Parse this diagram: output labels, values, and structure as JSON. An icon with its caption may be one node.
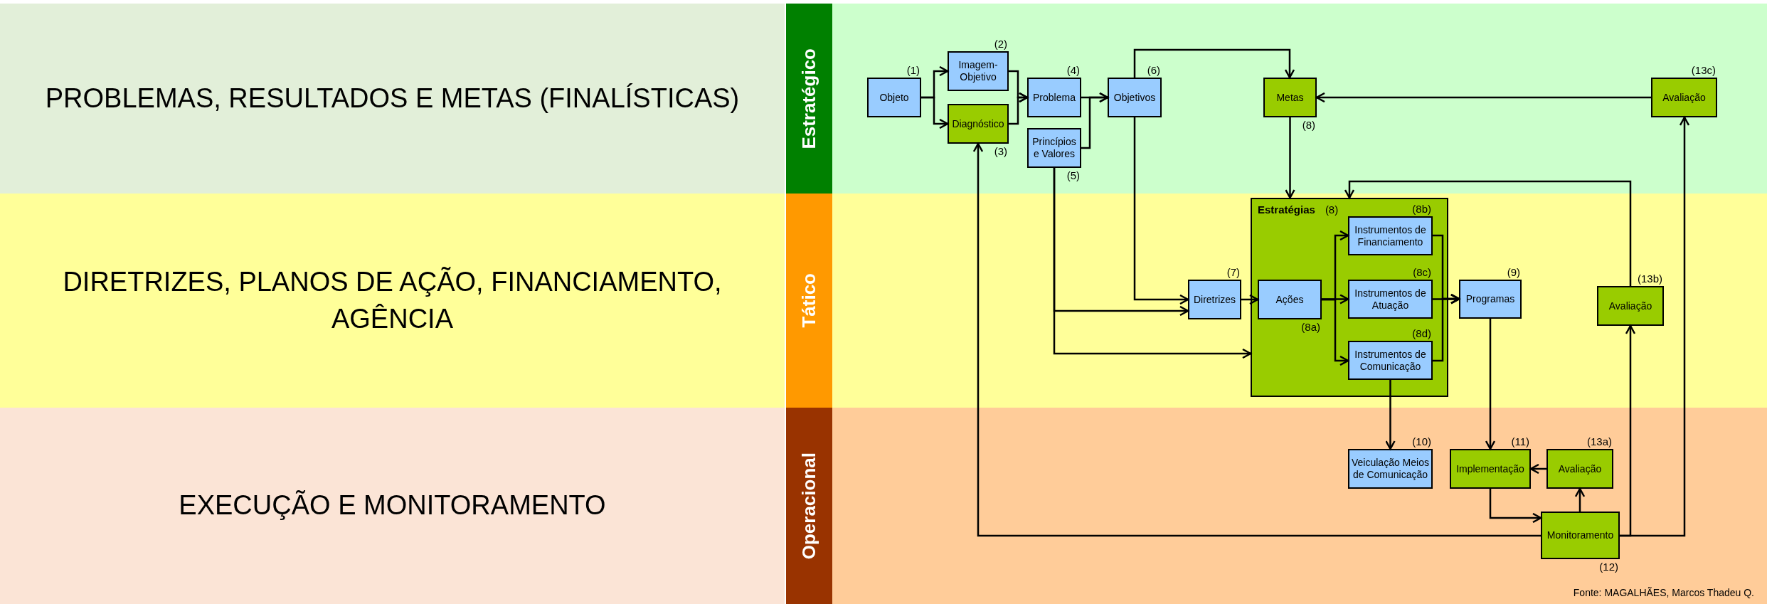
{
  "diagram": {
    "nodes": [
      {
        "text": [
          "PROBLEMAS, RESULTADOS E METAS (FINALÍSTICAS)"
        ]
      },
      {
        "text": [
          "Estratégico"
        ]
      },
      {
        "text": [
          "DIRETRIZES, PLANOS DE AÇÃO, FINANCIAMENTO, AGÊNCIA"
        ]
      },
      {
        "text": [
          "Tático"
        ]
      },
      {
        "text": [
          "EXECUÇÃO E MONITORAMENTO"
        ]
      },
      {
        "text": [
          "Operacional"
        ]
      },
      {
        "text": [
          "Objeto"
        ],
        "beside": [
          "(1)"
        ]
      },
      {
        "text": [
          "Imagem-Objetivo"
        ],
        "beside": [
          "(2)"
        ]
      },
      {
        "text": [
          "Diagnóstico"
        ],
        "beside": [
          "(3)"
        ]
      },
      {
        "text": [
          "Problema"
        ],
        "beside": [
          "(4)"
        ]
      },
      {
        "text": [
          "Princípios e Valores"
        ],
        "beside": [
          "(5)"
        ]
      },
      {
        "text": [
          "Objetivos"
        ],
        "beside": [
          "(6)"
        ]
      },
      {
        "text": [
          "Metas"
        ],
        "beside": [
          "(8)"
        ]
      },
      {
        "text": [
          "Avaliação"
        ],
        "beside": [
          "(13c)"
        ]
      },
      {
        "text": [
          "Estratégias"
        ],
        "beside": [
          "(8)"
        ]
      },
      {
        "text": [
          "Diretrizes"
        ],
        "beside": [
          "(7)"
        ]
      },
      {
        "text": [
          "Ações"
        ],
        "beside": [
          "(8a)"
        ],
        "in": 14
      },
      {
        "text": [
          "Instrumentos de Financiamento"
        ],
        "beside": [
          "(8b)"
        ],
        "in": 14
      },
      {
        "text": [
          "Instrumentos de Atuação"
        ],
        "beside": [
          "(8c)"
        ],
        "in": 14
      },
      {
        "text": [
          "Instrumentos de Comunicação"
        ],
        "beside": [
          "(8d)"
        ],
        "in": 14
      },
      {
        "text": [
          "Programas"
        ],
        "beside": [
          "(9)"
        ]
      },
      {
        "text": [
          "Avaliação"
        ],
        "beside": [
          "(13b)"
        ]
      },
      {
        "text": [
          "Veiculação Meios de Comunicação"
        ],
        "beside": [
          "(10)"
        ]
      },
      {
        "text": [
          "Implementação"
        ],
        "beside": [
          "(11)"
        ]
      },
      {
        "text": [
          "Avaliação"
        ],
        "beside": [
          "(13a)"
        ]
      },
      {
        "text": [
          "Monitoramento"
        ],
        "beside": [
          "(12)"
        ]
      }
    ],
    "edges": [
      {
        "from": 6,
        "to": 7,
        "arrow": "to"
      },
      {
        "from": 6,
        "to": 8,
        "arrow": "to"
      },
      {
        "from": 7,
        "to": 9,
        "arrow": "to"
      },
      {
        "from": 8,
        "to": 9,
        "arrow": "to"
      },
      {
        "from": 9,
        "to": 11,
        "arrow": "to"
      },
      {
        "from": 10,
        "to": 11,
        "arrow": "to"
      },
      {
        "from": 11,
        "to": 12,
        "arrow": "to"
      },
      {
        "from": 11,
        "to": 15,
        "arrow": "to"
      },
      {
        "from": 10,
        "to": 15,
        "arrow": "to"
      },
      {
        "from": 10,
        "to": 14,
        "arrow": "to"
      },
      {
        "from": 12,
        "to": 14,
        "arrow": "to"
      },
      {
        "from": 13,
        "to": 12,
        "arrow": "to"
      },
      {
        "from": 15,
        "to": 16,
        "arrow": "to"
      },
      {
        "from": 16,
        "to": 17,
        "arrow": "to"
      },
      {
        "from": 16,
        "to": 18,
        "arrow": "to"
      },
      {
        "from": 16,
        "to": 19,
        "arrow": "to"
      },
      {
        "from": 17,
        "to": 20,
        "arrow": "to"
      },
      {
        "from": 18,
        "to": 20,
        "arrow": "to"
      },
      {
        "from": 19,
        "to": 20,
        "arrow": "to"
      },
      {
        "from": 19,
        "to": 22,
        "arrow": "to"
      },
      {
        "from": 20,
        "to": 23,
        "arrow": "to"
      },
      {
        "from": 23,
        "to": 25,
        "arrow": "to"
      },
      {
        "from": 25,
        "to": 24,
        "arrow": "to"
      },
      {
        "from": 24,
        "to": 23,
        "arrow": "to"
      },
      {
        "from": 25,
        "to": 8,
        "arrow": "to"
      },
      {
        "from": 25,
        "to": 21,
        "arrow": "to"
      },
      {
        "from": 25,
        "to": 13,
        "arrow": "to"
      },
      {
        "from": 21,
        "to": 14,
        "arrow": "to"
      }
    ],
    "labels": [
      "Fonte: MAGALHÃES, Marcos Thadeu Q."
    ]
  }
}
